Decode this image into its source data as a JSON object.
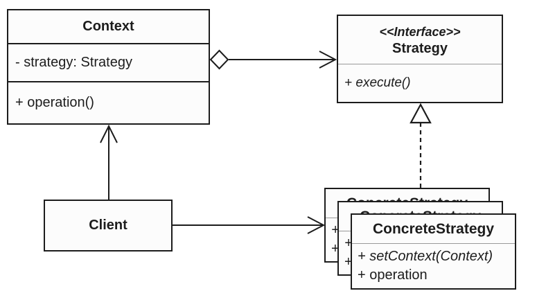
{
  "classes": {
    "context": {
      "name": "Context",
      "attributes": [
        "- strategy: Strategy"
      ],
      "methods": [
        "+ operation()"
      ]
    },
    "strategy": {
      "stereotype": "<<Interface>>",
      "name": "Strategy",
      "methods": [
        "+ execute()"
      ]
    },
    "client": {
      "name": "Client"
    },
    "concrete": {
      "name": "ConcreteStrategy",
      "methods": [
        "+ setContext(Context)",
        "+ operation"
      ]
    }
  },
  "relationships": [
    {
      "from": "Context",
      "to": "Strategy",
      "type": "aggregation",
      "style": "solid-open-arrow-hollow-diamond"
    },
    {
      "from": "Client",
      "to": "Context",
      "type": "association",
      "style": "solid-open-arrow"
    },
    {
      "from": "Client",
      "to": "ConcreteStrategy",
      "type": "association",
      "style": "solid-open-arrow"
    },
    {
      "from": "ConcreteStrategy",
      "to": "Strategy",
      "type": "realization",
      "style": "dashed-hollow-triangle"
    }
  ],
  "colors": {
    "line": "#1c1c1c",
    "box_fill": "#fcfcfc",
    "divider_gray": "#999999",
    "background": "#ffffff"
  }
}
